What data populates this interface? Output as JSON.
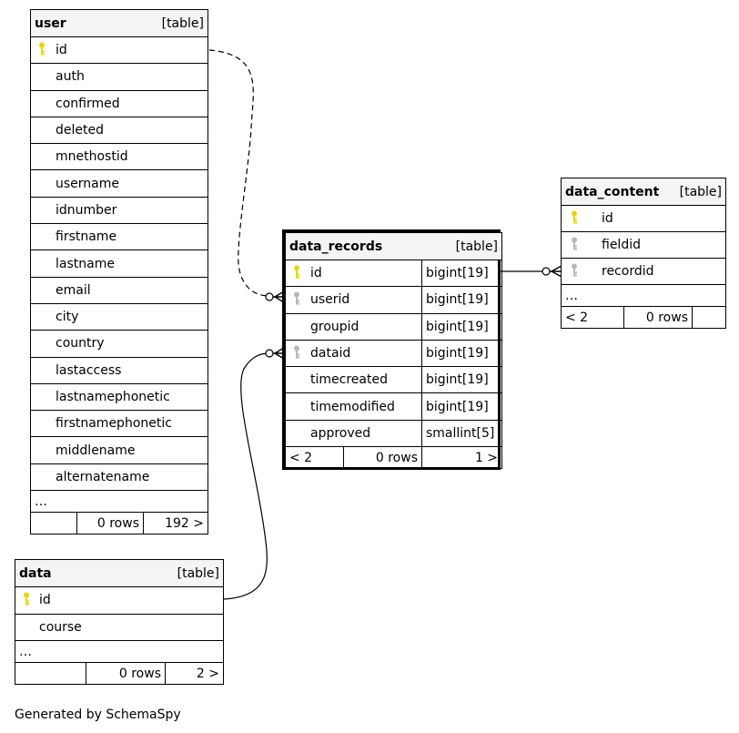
{
  "tables": {
    "user": {
      "name": "user",
      "kind": "[table]",
      "columns": [
        "id",
        "auth",
        "confirmed",
        "deleted",
        "mnethostid",
        "username",
        "idnumber",
        "firstname",
        "lastname",
        "email",
        "city",
        "country",
        "lastaccess",
        "lastnamephonetic",
        "firstnamephonetic",
        "middlename",
        "alternatename"
      ],
      "ellipsis": "…",
      "footer": {
        "left": "",
        "rows": "0 rows",
        "right": "192 >"
      }
    },
    "data": {
      "name": "data",
      "kind": "[table]",
      "columns": [
        "id",
        "course"
      ],
      "ellipsis": "…",
      "footer": {
        "left": "",
        "rows": "0 rows",
        "right": "2 >"
      }
    },
    "data_records": {
      "name": "data_records",
      "kind": "[table]",
      "columns": [
        {
          "name": "id",
          "type": "bigint[19]"
        },
        {
          "name": "userid",
          "type": "bigint[19]"
        },
        {
          "name": "groupid",
          "type": "bigint[19]"
        },
        {
          "name": "dataid",
          "type": "bigint[19]"
        },
        {
          "name": "timecreated",
          "type": "bigint[19]"
        },
        {
          "name": "timemodified",
          "type": "bigint[19]"
        },
        {
          "name": "approved",
          "type": "smallint[5]"
        }
      ],
      "footer": {
        "left": "< 2",
        "rows": "0 rows",
        "right": "1 >"
      }
    },
    "data_content": {
      "name": "data_content",
      "kind": "[table]",
      "columns": [
        "id",
        "fieldid",
        "recordid"
      ],
      "ellipsis": "…",
      "footer": {
        "left": "< 2",
        "rows": "0 rows",
        "right": ""
      }
    }
  },
  "colors": {
    "primary_key": "#e6d800",
    "foreign_key": "#b8b8b8"
  },
  "generated_by": "Generated by SchemaSpy"
}
